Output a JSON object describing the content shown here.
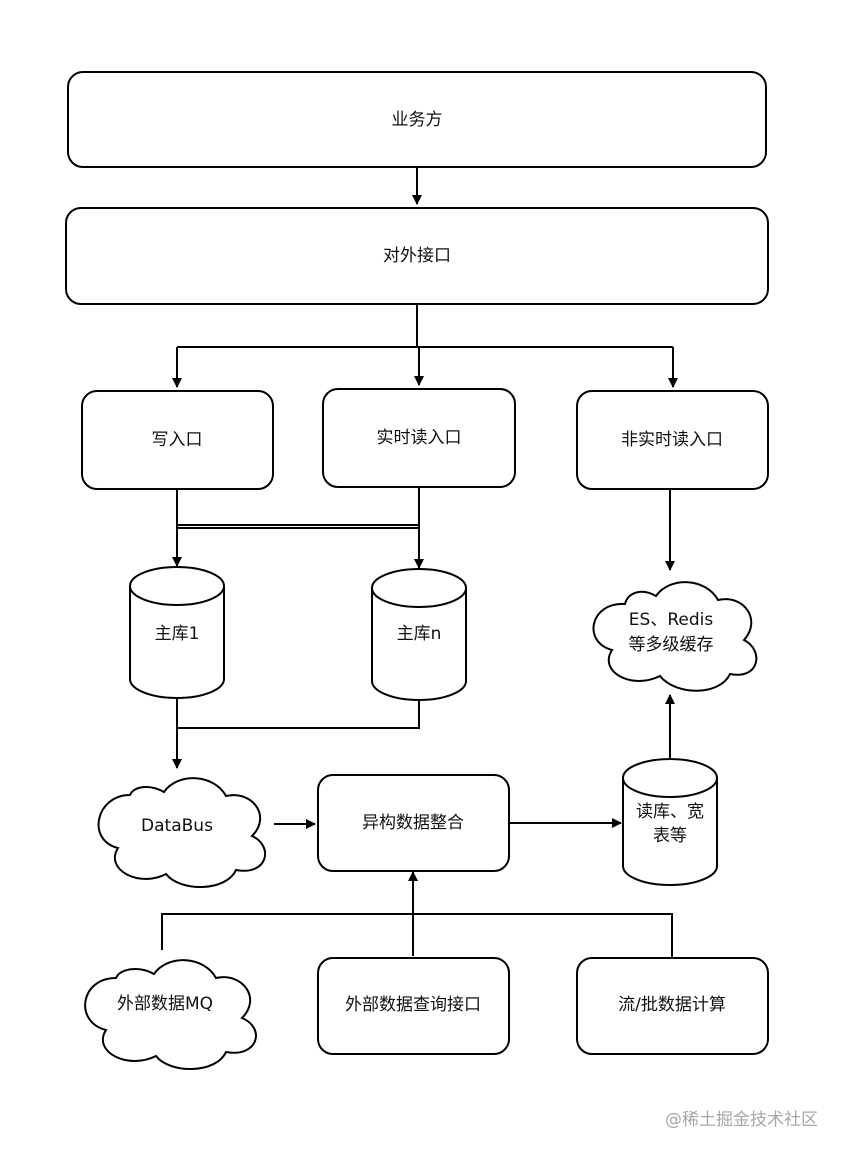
{
  "nodes": {
    "business": "业务方",
    "external_api": "对外接口",
    "write_entry": "写入口",
    "realtime_read_entry": "实时读入口",
    "non_realtime_read_entry": "非实时读入口",
    "master_db_1": "主库1",
    "master_db_n": "主库n",
    "cache_line1": "ES、Redis",
    "cache_line2": "等多级缓存",
    "databus": "DataBus",
    "hetero_integration": "异构数据整合",
    "read_db_line1": "读库、宽",
    "read_db_line2": "表等",
    "external_mq": "外部数据MQ",
    "external_query_api": "外部数据查询接口",
    "stream_batch_compute": "流/批数据计算"
  },
  "watermark": "@稀土掘金技术社区"
}
